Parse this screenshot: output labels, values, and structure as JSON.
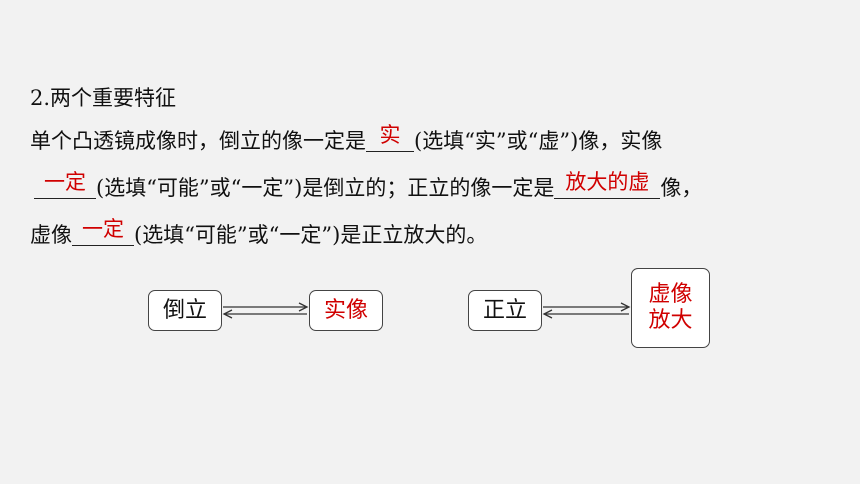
{
  "heading": "2.两个重要特征",
  "paragraph": {
    "l1_text1": "单个凸透镜成像时，倒立的像一定是",
    "ans1": "实",
    "l1_text2": "(选填“实”或“虚”)像，实像",
    "ans2": "一定",
    "l2_text1": "(选填“可能”或“一定”)是倒立的；正立的像一定是",
    "ans3": "放大的虚",
    "l2_text2": "像，",
    "l3_text1": "虚像",
    "ans4": "一定",
    "l3_text2": "(选填“可能”或“一定”)是正立放大的。"
  },
  "diagram": {
    "left_box": "倒立",
    "left_result": "实像",
    "right_box": "正立",
    "right_result_line1": "虚像",
    "right_result_line2": "放大"
  },
  "colors": {
    "answer": "#d00000",
    "text": "#111111",
    "background": "#f2f2f2"
  }
}
